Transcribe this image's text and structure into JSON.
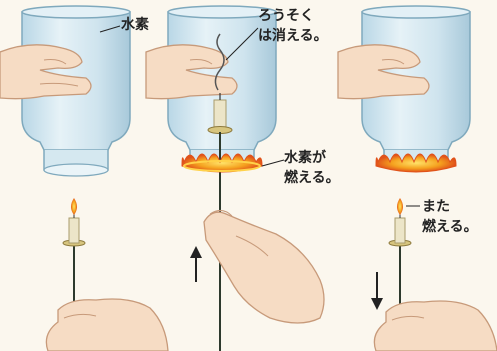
{
  "labels": {
    "hydrogen": "水素",
    "candle_out_1": "ろうそく",
    "candle_out_2": "は消える。",
    "hydrogen_burns_1": "水素が",
    "hydrogen_burns_2": "燃える。",
    "burns_again_1": "また",
    "burns_again_2": "燃える。"
  },
  "colors": {
    "jar": "#cfe4ee",
    "jar_edge": "#7fa9bd",
    "hand": "#f6dcc4",
    "hand_edge": "#c79a7a",
    "flame": "#f18a1e",
    "flame_core": "#ffd24a",
    "candle": "#ece5c8",
    "wire": "#2d3a2d"
  }
}
